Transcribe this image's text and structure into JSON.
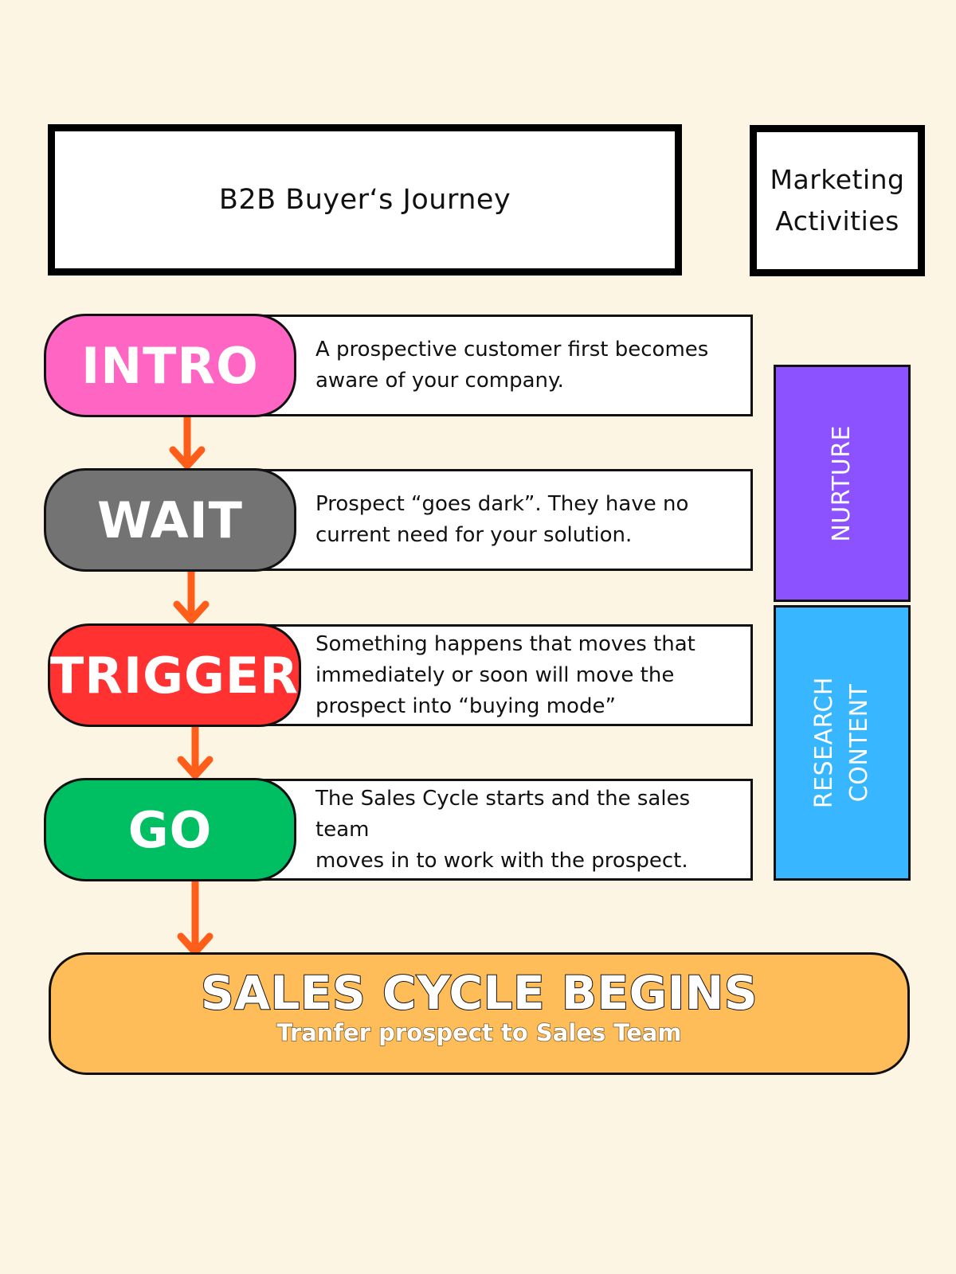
{
  "header": {
    "title": "B2B Buyer‘s Journey",
    "side_title": "Marketing\nActivities"
  },
  "stages": [
    {
      "label": "INTRO",
      "description": "A  prospective customer first becomes\naware of your company.",
      "color": "#ff66c4"
    },
    {
      "label": "WAIT",
      "description": "Prospect “goes dark”. They have no\ncurrent need for your solution.",
      "color": "#737373"
    },
    {
      "label": "TRIGGER",
      "description": "Something happens that moves that\nimmediately or soon will move the\nprospect into “buying mode”",
      "color": "#ff3131"
    },
    {
      "label": "GO",
      "description": "The Sales Cycle starts and the sales team\nmoves in to work with the prospect.",
      "color": "#00bf63"
    }
  ],
  "activities": [
    {
      "label": "NURTURE",
      "color": "#8c52ff"
    },
    {
      "label": "RESEARCH\nCONTENT",
      "color": "#38b6ff"
    }
  ],
  "final": {
    "title": "SALES CYCLE BEGINS",
    "subtitle": "Tranfer prospect to Sales Team",
    "color": "#ffbd59"
  },
  "arrow_color": "#ff5e1a"
}
